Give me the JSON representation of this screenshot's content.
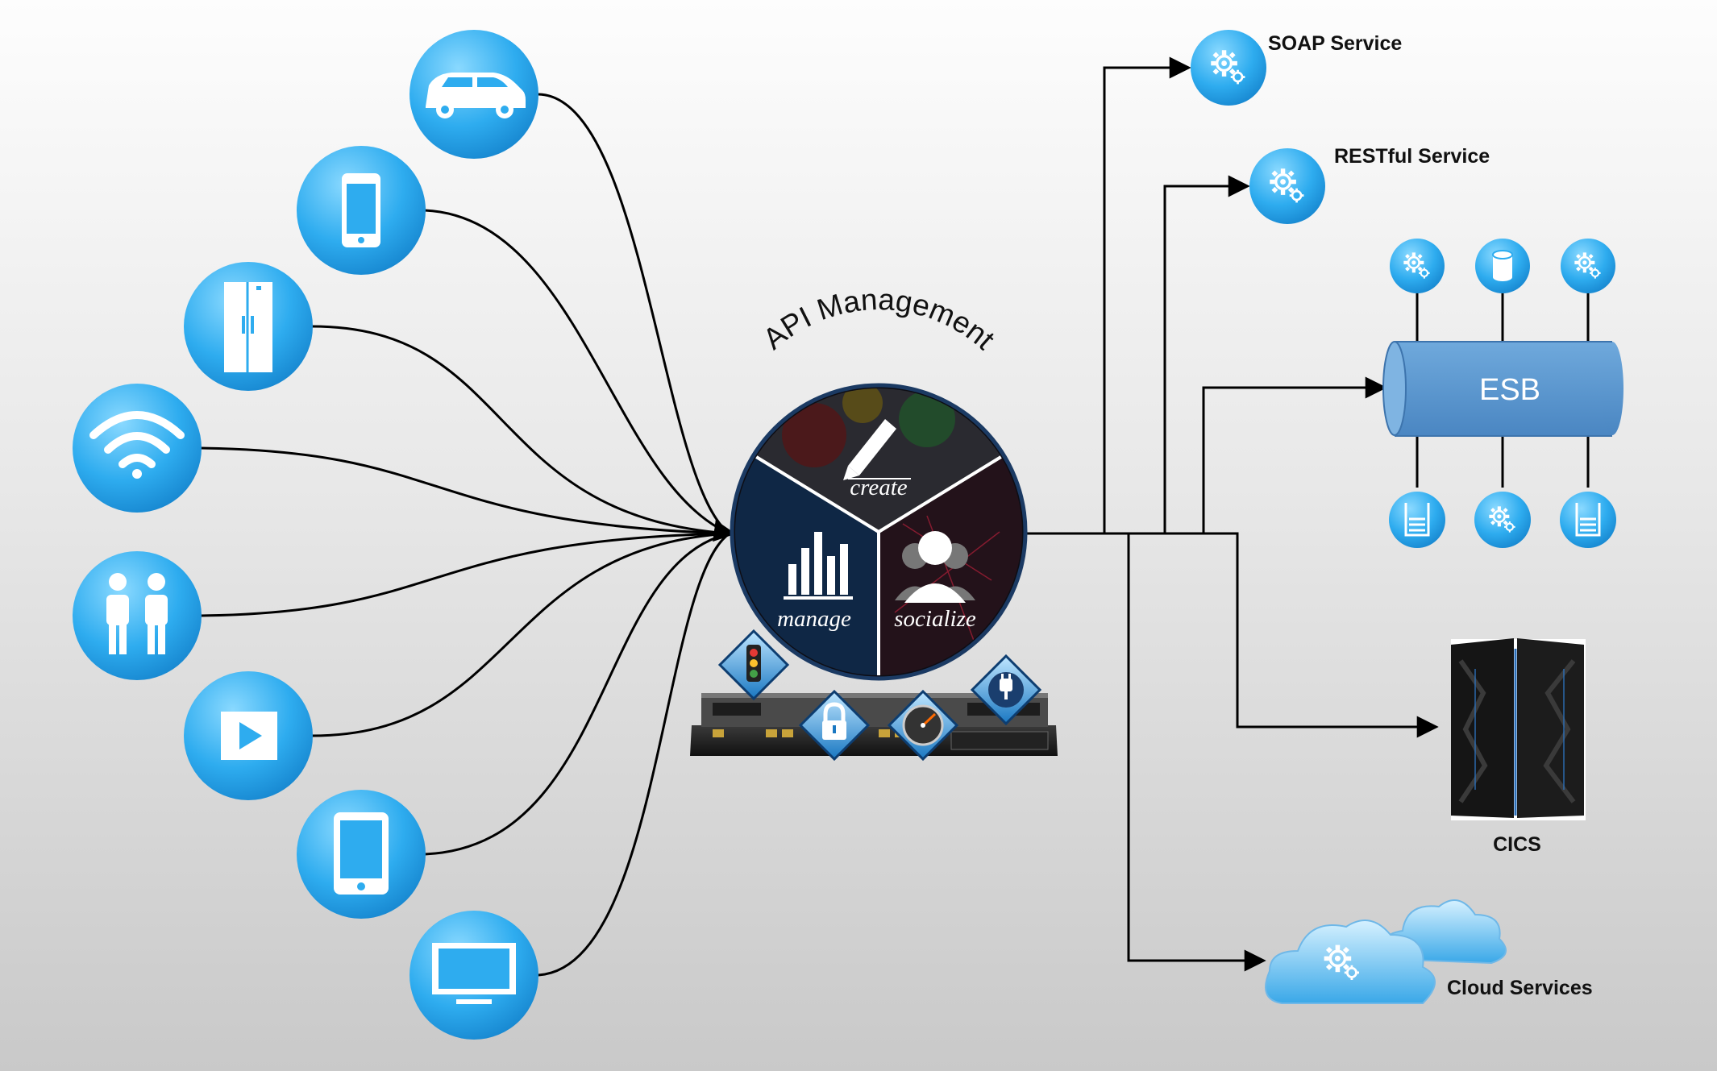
{
  "hub": {
    "title": "API Management",
    "segments": {
      "create": "create",
      "manage": "manage",
      "socialize": "socialize"
    }
  },
  "devices": [
    {
      "id": "car",
      "icon": "car-icon"
    },
    {
      "id": "smartphone",
      "icon": "smartphone-icon"
    },
    {
      "id": "refrigerator",
      "icon": "refrigerator-icon"
    },
    {
      "id": "wifi",
      "icon": "wifi-icon"
    },
    {
      "id": "people",
      "icon": "people-icon"
    },
    {
      "id": "video",
      "icon": "play-icon"
    },
    {
      "id": "tablet",
      "icon": "tablet-icon"
    },
    {
      "id": "tv",
      "icon": "monitor-icon"
    }
  ],
  "gateway": {
    "icons": [
      "traffic-light-icon",
      "lock-icon",
      "speedometer-icon",
      "plug-icon"
    ]
  },
  "services": {
    "soap": {
      "label": "SOAP Service",
      "icon": "gears-icon"
    },
    "restful": {
      "label": "RESTful Service",
      "icon": "gears-icon"
    },
    "esb": {
      "label": "ESB",
      "top_icons": [
        "gears-icon",
        "database-icon",
        "gears-icon"
      ],
      "bottom_icons": [
        "queue-icon",
        "gears-icon",
        "queue-icon"
      ]
    },
    "cics": {
      "label": "CICS",
      "icon": "mainframe-icon"
    },
    "cloud": {
      "label": "Cloud Services",
      "icon": "cloud-icon"
    }
  },
  "colors": {
    "device_circle": "#29a8ea",
    "esb_fill": "#5b9bd5",
    "connector": "#000000"
  }
}
